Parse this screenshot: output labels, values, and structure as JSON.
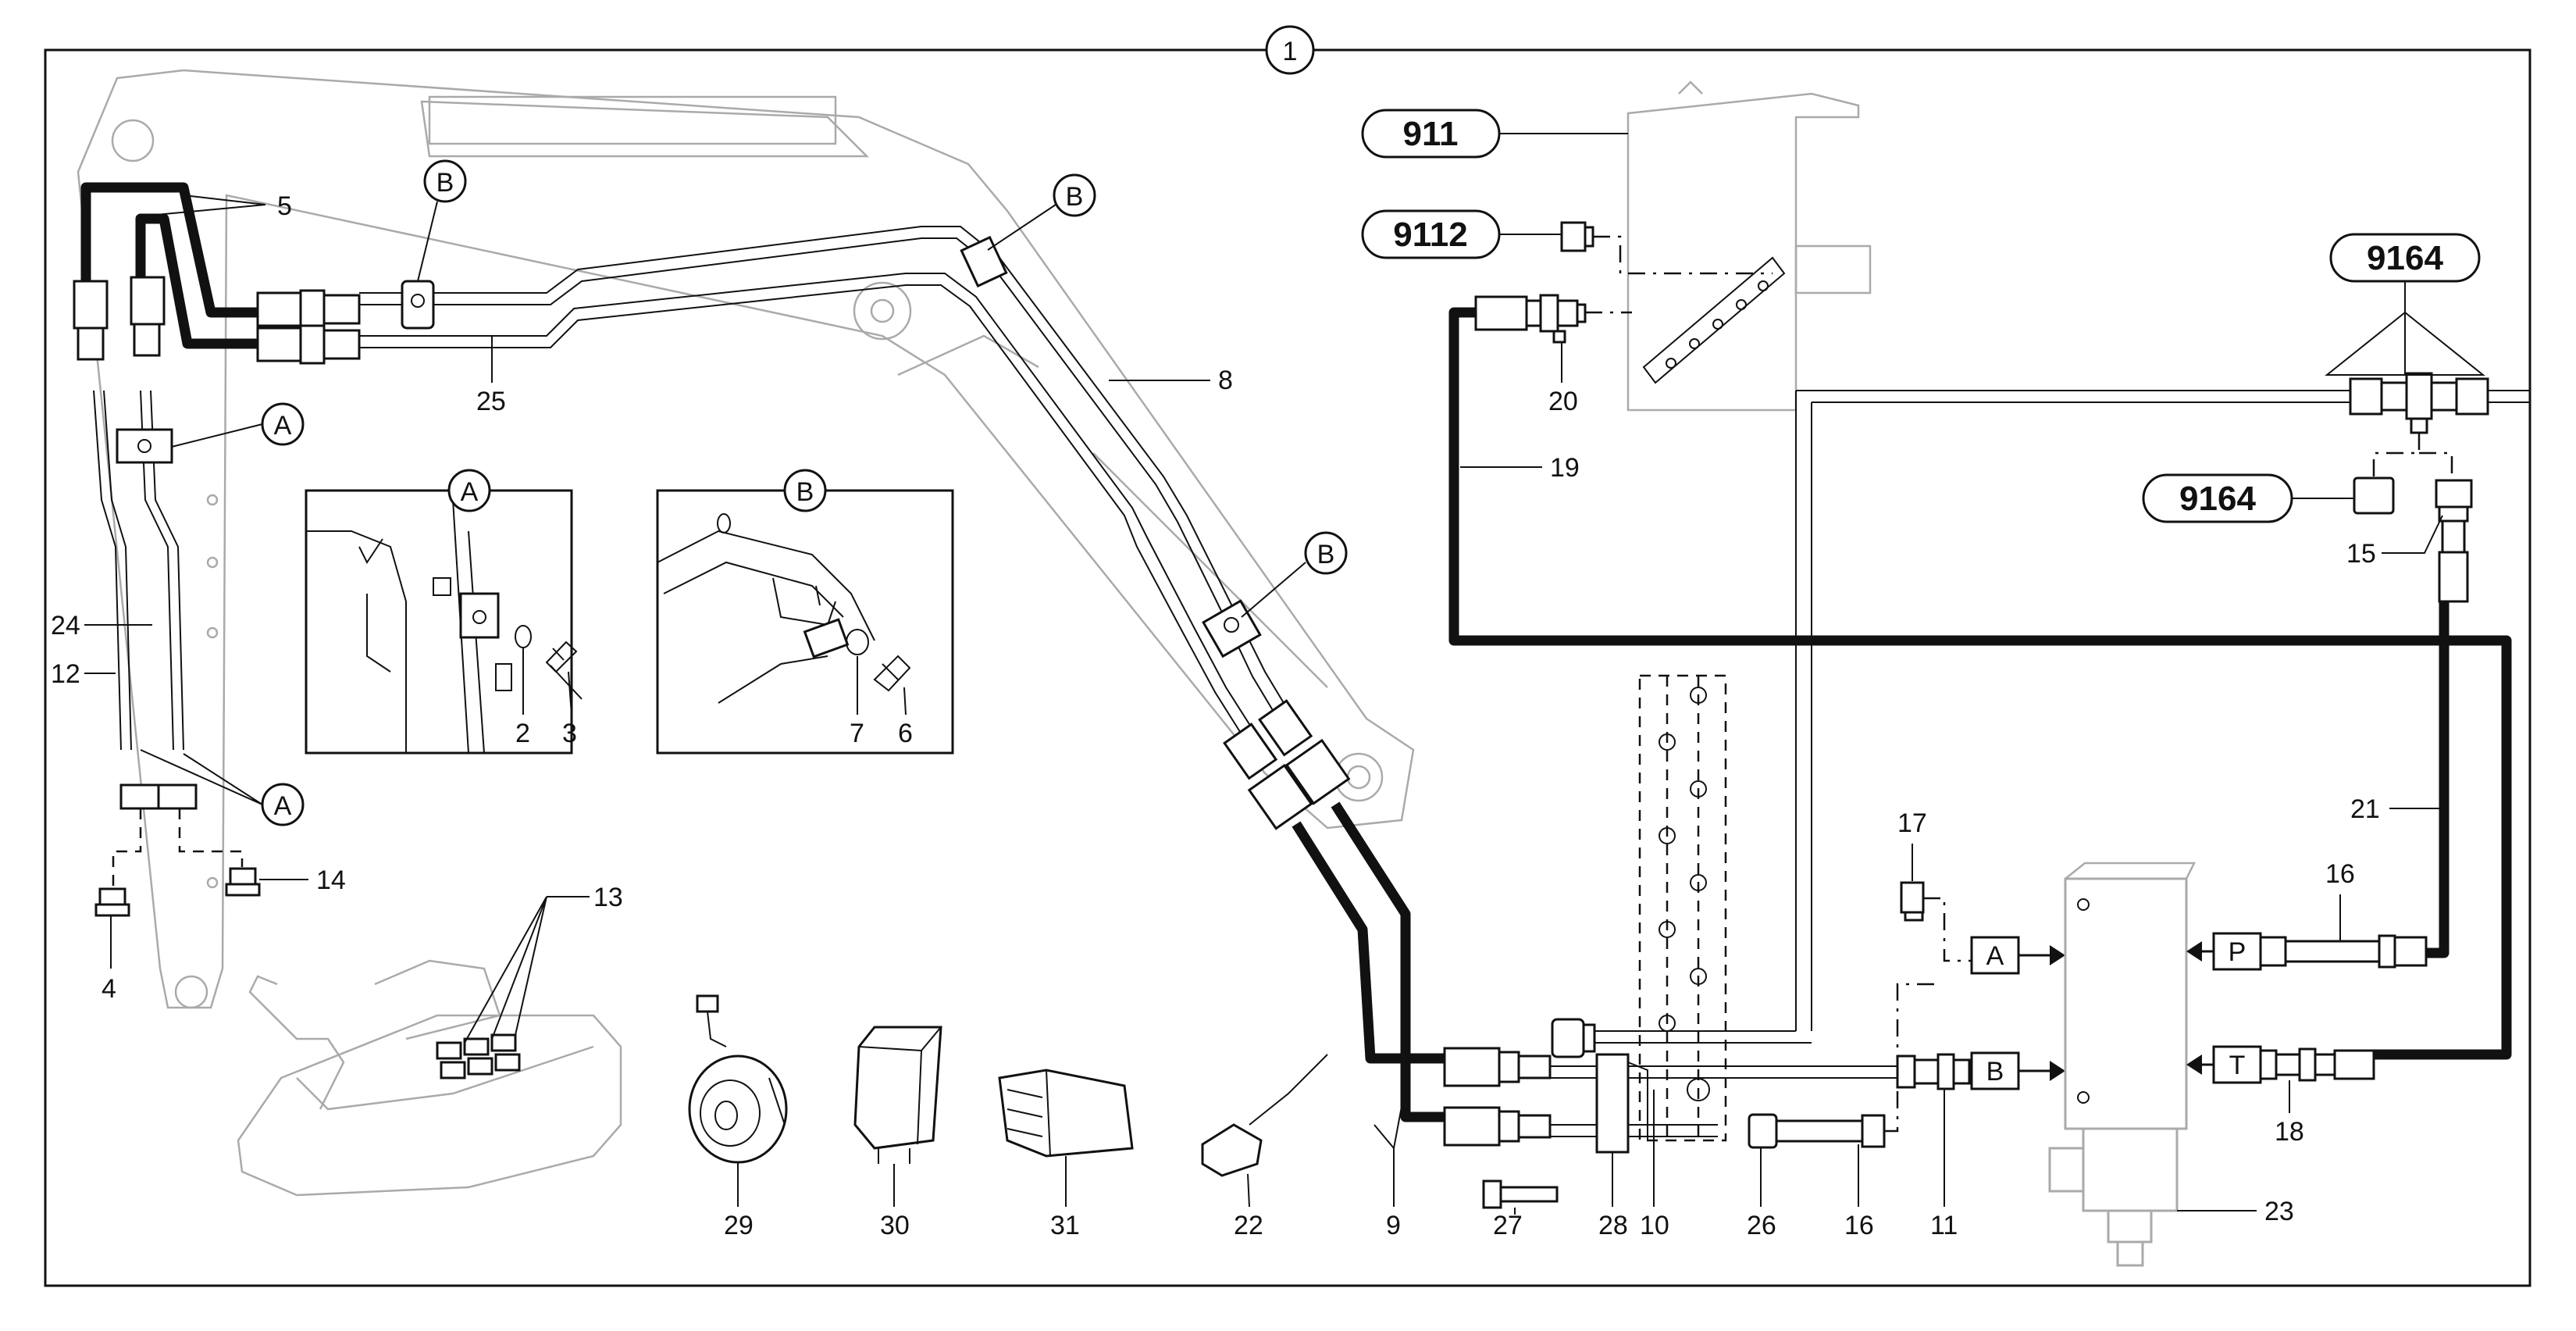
{
  "section_number": "1",
  "references": {
    "r911": "911",
    "r9112": "9112",
    "r9164_top": "9164",
    "r9164_mid": "9164"
  },
  "detail_views": {
    "view_a": "A",
    "view_b": "B"
  },
  "callouts": {
    "a_top": "A",
    "a_bottom": "A",
    "b_clamp1": "B",
    "b_clamp2": "B",
    "b_clamp3": "B"
  },
  "valve_ports": {
    "a": "A",
    "b": "B",
    "p": "P",
    "t": "T"
  },
  "part_numbers": {
    "p2": "2",
    "p3": "3",
    "p4": "4",
    "p5": "5",
    "p6": "6",
    "p7": "7",
    "p8": "8",
    "p9": "9",
    "p10": "10",
    "p11": "11",
    "p12": "12",
    "p13": "13",
    "p14": "14",
    "p15": "15",
    "p16a": "16",
    "p16b": "16",
    "p17": "17",
    "p18": "18",
    "p19": "19",
    "p20": "20",
    "p21": "21",
    "p22": "22",
    "p23": "23",
    "p24": "24",
    "p25": "25",
    "p26": "26",
    "p27": "27",
    "p28": "28",
    "p29": "29",
    "p30": "30",
    "p31": "31"
  }
}
